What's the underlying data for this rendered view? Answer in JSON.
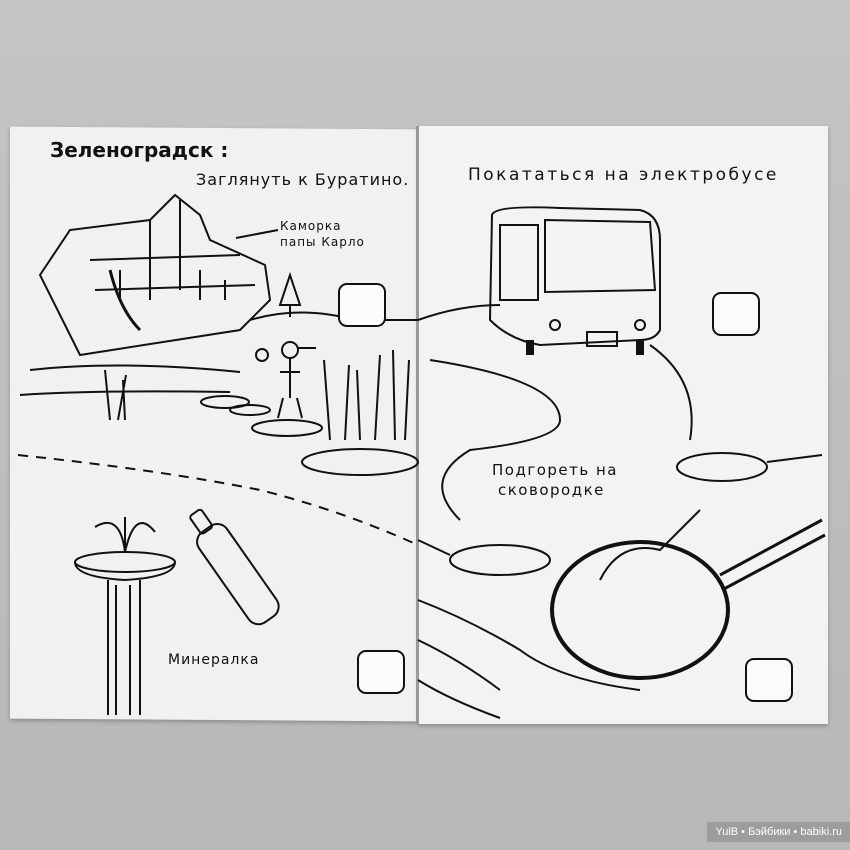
{
  "booklet": {
    "left_page": {
      "heading": "Зеленоградск :",
      "task_1": "Заглянуть к Буратино.",
      "callout_line1": "Каморка",
      "callout_line2": "папы Карло",
      "task_2": "Минералка"
    },
    "right_page": {
      "task_1": "Покататься на электробусе",
      "task_2_line1": "Подгореть на",
      "task_2_line2": "сковородке"
    },
    "checkboxes": [
      {
        "page": "left",
        "task": "Заглянуть к Буратино",
        "checked": false
      },
      {
        "page": "left",
        "task": "Минералка",
        "checked": false
      },
      {
        "page": "right",
        "task": "Покататься на электробусе",
        "checked": false
      },
      {
        "page": "right",
        "task": "Подгореть на сковородке",
        "checked": false
      }
    ],
    "illustrations": [
      "house-drawing",
      "pinocchio-figure",
      "pond-stepping-stones",
      "fountain-drawing",
      "bottle-drawing",
      "electric-bus-drawing",
      "road-drawing",
      "frying-pans-drawing",
      "person-in-pan-drawing"
    ]
  },
  "watermark": "YulB • Бэйбики • babiki.ru",
  "colors": {
    "paper": "#f1f1f1",
    "ink": "#111111",
    "background": "#bdbdbd"
  }
}
